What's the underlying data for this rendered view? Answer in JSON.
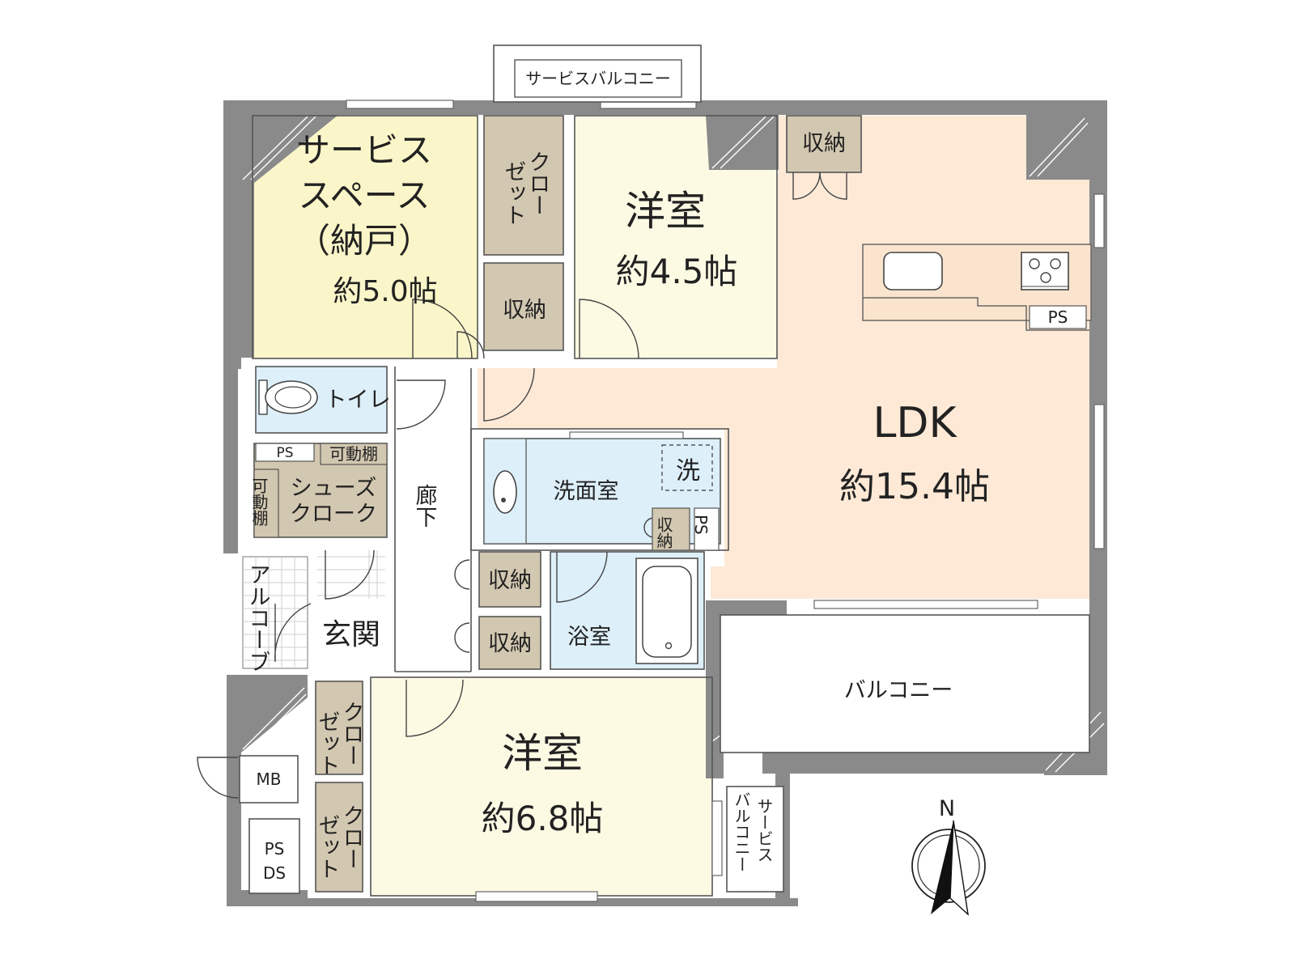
{
  "colors": {
    "wall": "#8a8a8a",
    "service_space": "#fbf6c9",
    "western_room": "#fdfae4",
    "ldk": "#fde9d6",
    "wet_area": "#ddeff9",
    "storage": "#d2c7b0",
    "exterior": "#ffffff"
  },
  "rooms": {
    "service_space": {
      "line1": "サービス",
      "line2": "スペース",
      "line3": "（納戸）",
      "size": "約5.0帖"
    },
    "western_room_north": {
      "name": "洋室",
      "size": "約4.5帖"
    },
    "western_room_south": {
      "name": "洋室",
      "size": "約6.8帖"
    },
    "ldk": {
      "name": "LDK",
      "size": "約15.4帖"
    },
    "toilet": "トイレ",
    "washroom": "洗面室",
    "washer": "洗",
    "bathroom": "浴室",
    "hallway": "廊下",
    "entrance": "玄関",
    "alcove": "アルコーブ",
    "shoe_closet": {
      "line1": "シューズ",
      "line2": "クローク"
    },
    "movable_shelf_top": "可動棚",
    "movable_shelf_side": "可動棚",
    "closet_label": {
      "col1": "ゼット",
      "col2": "クロー"
    },
    "storage": "収納",
    "small_storage": "収納"
  },
  "exterior": {
    "service_balcony_north": "サービスバルコニー",
    "service_balcony_south": {
      "col1": "バルコニー",
      "col2": "サービス"
    },
    "balcony": "バルコニー"
  },
  "utilities": {
    "ps": "PS",
    "mb": "MB",
    "ps_ds": {
      "line1": "PS",
      "line2": "DS"
    }
  },
  "compass": {
    "label": "N"
  }
}
